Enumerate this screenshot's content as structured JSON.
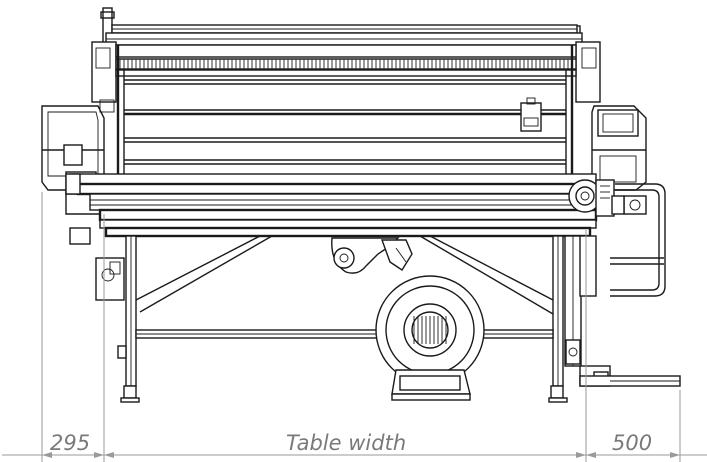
{
  "dimensions": {
    "left": "295",
    "center": "Table width",
    "right": "500"
  }
}
